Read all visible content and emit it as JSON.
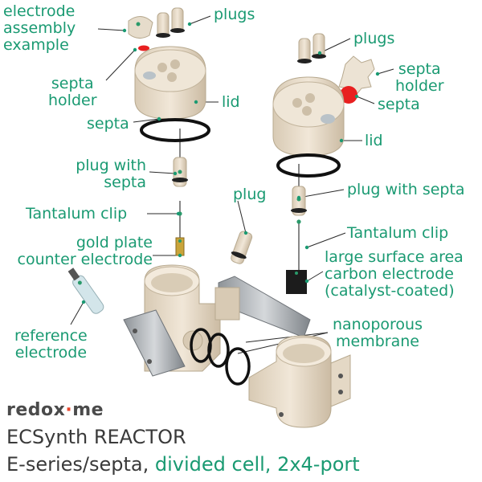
{
  "labels": {
    "electrode_assembly": [
      "electrode",
      "assembly",
      "example"
    ],
    "plugs_left": "plugs",
    "plugs_right": "plugs",
    "septa_holder_left": [
      "septa",
      "holder"
    ],
    "septa_holder_right": [
      "septa",
      "holder"
    ],
    "septa_left": "septa",
    "septa_right": "septa",
    "lid_left": "lid",
    "lid_right": "lid",
    "plug_with_septa_left": [
      "plug with",
      "septa"
    ],
    "plug_with_septa_right": "plug with septa",
    "tantalum_clip_left": "Tantalum clip",
    "tantalum_clip_right": "Tantalum clip",
    "plug_middle": "plug",
    "gold_plate": [
      "gold plate",
      "counter electrode"
    ],
    "carbon_electrode": [
      "large surface area",
      "carbon electrode",
      "(catalyst-coated)"
    ],
    "reference_electrode": [
      "reference",
      "electrode"
    ],
    "nanoporous_membrane": [
      "nanoporous",
      "membrane"
    ]
  },
  "brand": {
    "prefix": "redox",
    "dot": "·",
    "suffix": "me"
  },
  "title": "ECSynth REACTOR",
  "subtitle": {
    "plain": "E-series/septa, ",
    "accent": "divided cell, 2x4-port"
  },
  "colors": {
    "label": "#1a9a72",
    "part": "#e8dccb",
    "septa": "#e82020",
    "ring": "#111111",
    "metal": "#a9adb1"
  }
}
